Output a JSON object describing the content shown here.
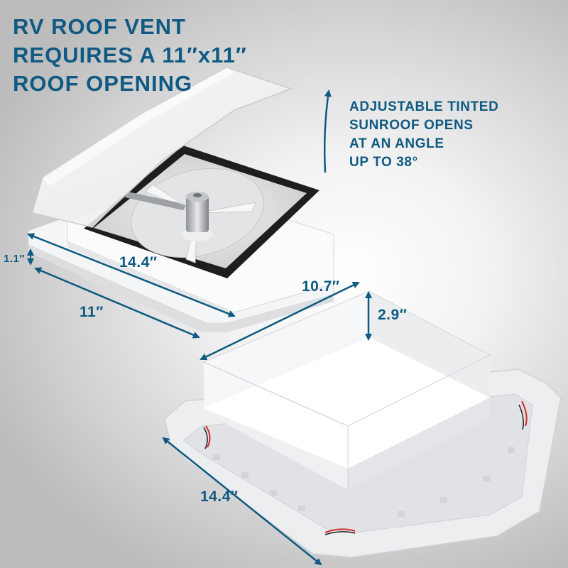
{
  "headline": {
    "lines": [
      "RV ROOF VENT",
      "REQUIRES A 11″x11″",
      "ROOF OPENING"
    ]
  },
  "callout": {
    "lines": [
      "ADJUSTABLE TINTED",
      "SUNROOF OPENS",
      "AT AN ANGLE",
      "UP TO 38°"
    ]
  },
  "dimensions": {
    "vent_height": "1.1″",
    "vent_length": "14.4″",
    "vent_width": "11″",
    "garnish_width": "10.7″",
    "garnish_height": "2.9″",
    "trim_length": "14.4″"
  },
  "colors": {
    "accent": "#0f5a82",
    "background": "#d6d6d6",
    "gasket": "#1e1e1e"
  }
}
